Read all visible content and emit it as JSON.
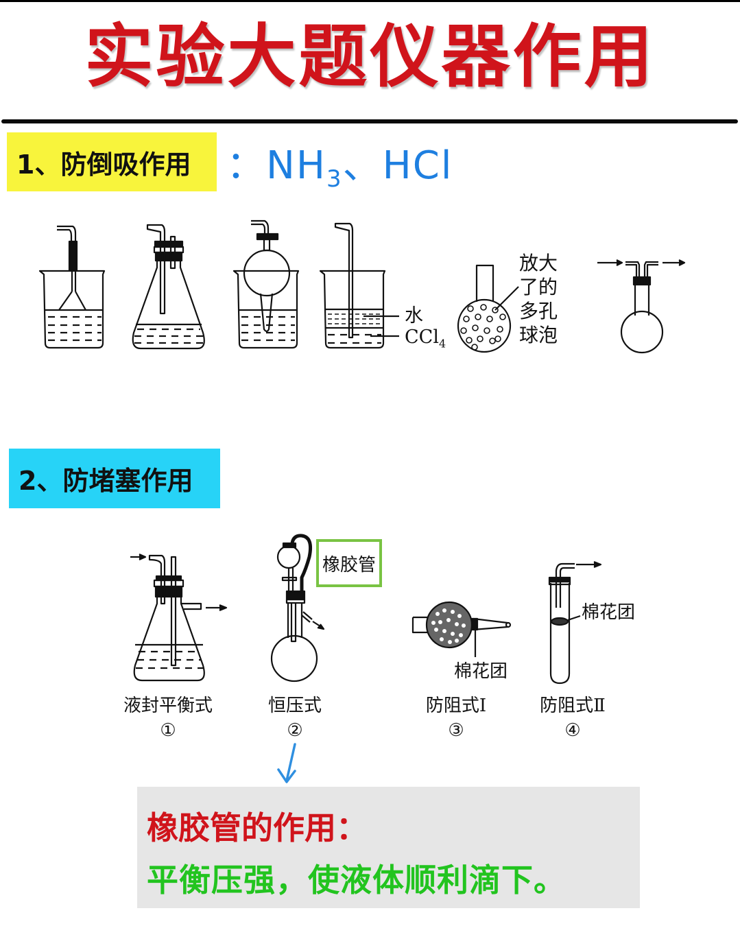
{
  "page": {
    "title": "实验大题仪器作用",
    "title_color": "#d0141b"
  },
  "section1": {
    "label": "1、防倒吸作用",
    "label_bg": "#f8f43c",
    "handwritten_note": {
      "colon": "：",
      "gas1": "NH",
      "gas1_sub": "3",
      "separator": "、",
      "gas2": "HCl"
    },
    "annotations": {
      "water": "水",
      "ccl4": "CCl",
      "ccl4_sub": "4",
      "bulb_note": [
        "放大",
        "了的",
        "多孔",
        "球泡"
      ]
    },
    "apparatus": [
      "beaker-with-inverted-funnel",
      "conical-flask-with-stopper",
      "beaker-with-drying-bulb",
      "beaker-water-ccl4-layers",
      "porous-bulb",
      "round-flask-gas-bottle"
    ]
  },
  "section2": {
    "label": "2、防堵塞作用",
    "label_bg": "#27d3f7",
    "items": [
      {
        "caption": "液封平衡式",
        "number": "①"
      },
      {
        "caption": "恒压式",
        "number": "②"
      },
      {
        "caption": "防阻式Ⅰ",
        "number": "③"
      },
      {
        "caption": "防阻式Ⅱ",
        "number": "④"
      }
    ],
    "callout": "橡胶管",
    "callout_border": "#79c343",
    "cotton_label_3": "棉花团",
    "cotton_label_4": "棉花团"
  },
  "note": {
    "title": "橡胶管的作用：",
    "title_color": "#d0141b",
    "body": "平衡压强，使液体顺利滴下。",
    "body_color": "#22c41f",
    "bg": "#e6e6e6"
  }
}
